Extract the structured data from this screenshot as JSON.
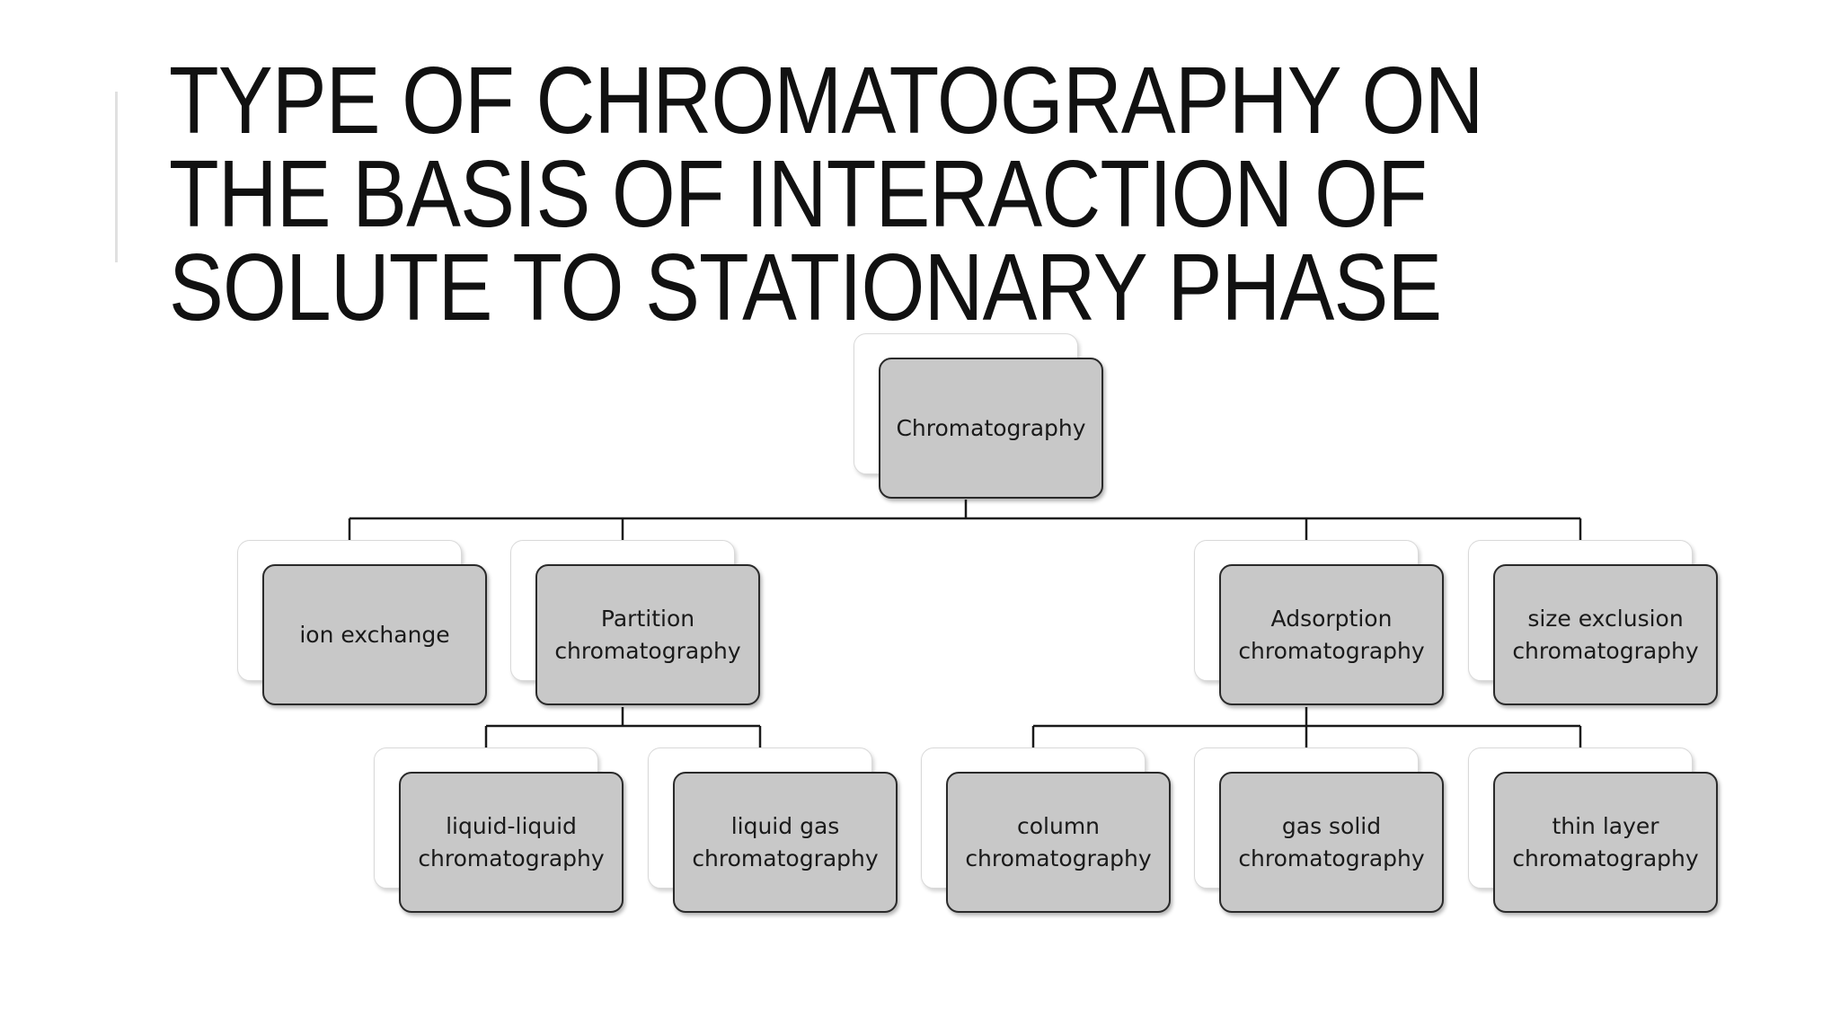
{
  "slide": {
    "title_lines": [
      "TYPE OF CHROMATOGRAPHY ON",
      "THE BASIS OF INTERACTION OF",
      "SOLUTE TO STATIONARY PHASE"
    ]
  },
  "diagram": {
    "root": {
      "label": "Chromatography"
    },
    "level1": [
      {
        "label": "ion exchange"
      },
      {
        "label": "Partition\nchromatography"
      },
      {
        "label": "Adsorption\nchromatography"
      },
      {
        "label": "size exclusion\nchromatography"
      }
    ],
    "partition_children": [
      {
        "label": "liquid-liquid\nchromatography"
      },
      {
        "label": "liquid gas\nchromatography"
      }
    ],
    "adsorption_children": [
      {
        "label": "column\nchromatography"
      },
      {
        "label": "gas solid\nchromatography"
      },
      {
        "label": "thin layer\nchromatography"
      }
    ]
  }
}
